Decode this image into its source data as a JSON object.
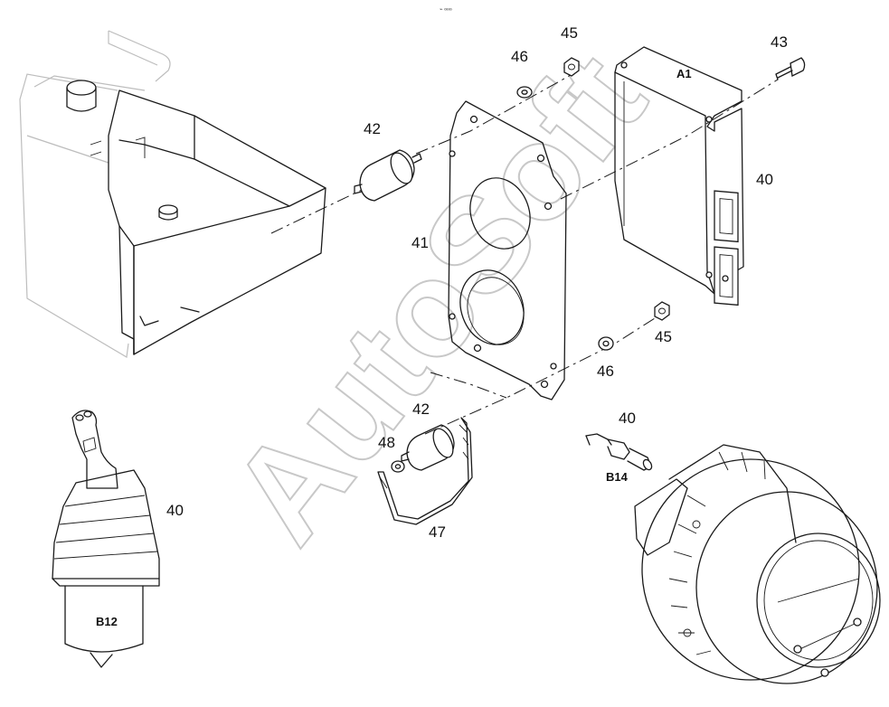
{
  "watermark": "AutoSoft",
  "corner_mark": "⌁ ∞∞",
  "callouts": {
    "n45_top": "45",
    "n46_top": "46",
    "n42_top": "42",
    "n43": "43",
    "n40_ecu": "40",
    "n41": "41",
    "n45_bot": "45",
    "n46_bot": "46",
    "n42_bot": "42",
    "n48": "48",
    "n47": "47",
    "n40_joy": "40",
    "n40_sensor": "40"
  },
  "tags": {
    "ecu": "A1",
    "sensor": "B14",
    "joystick": "B12"
  }
}
